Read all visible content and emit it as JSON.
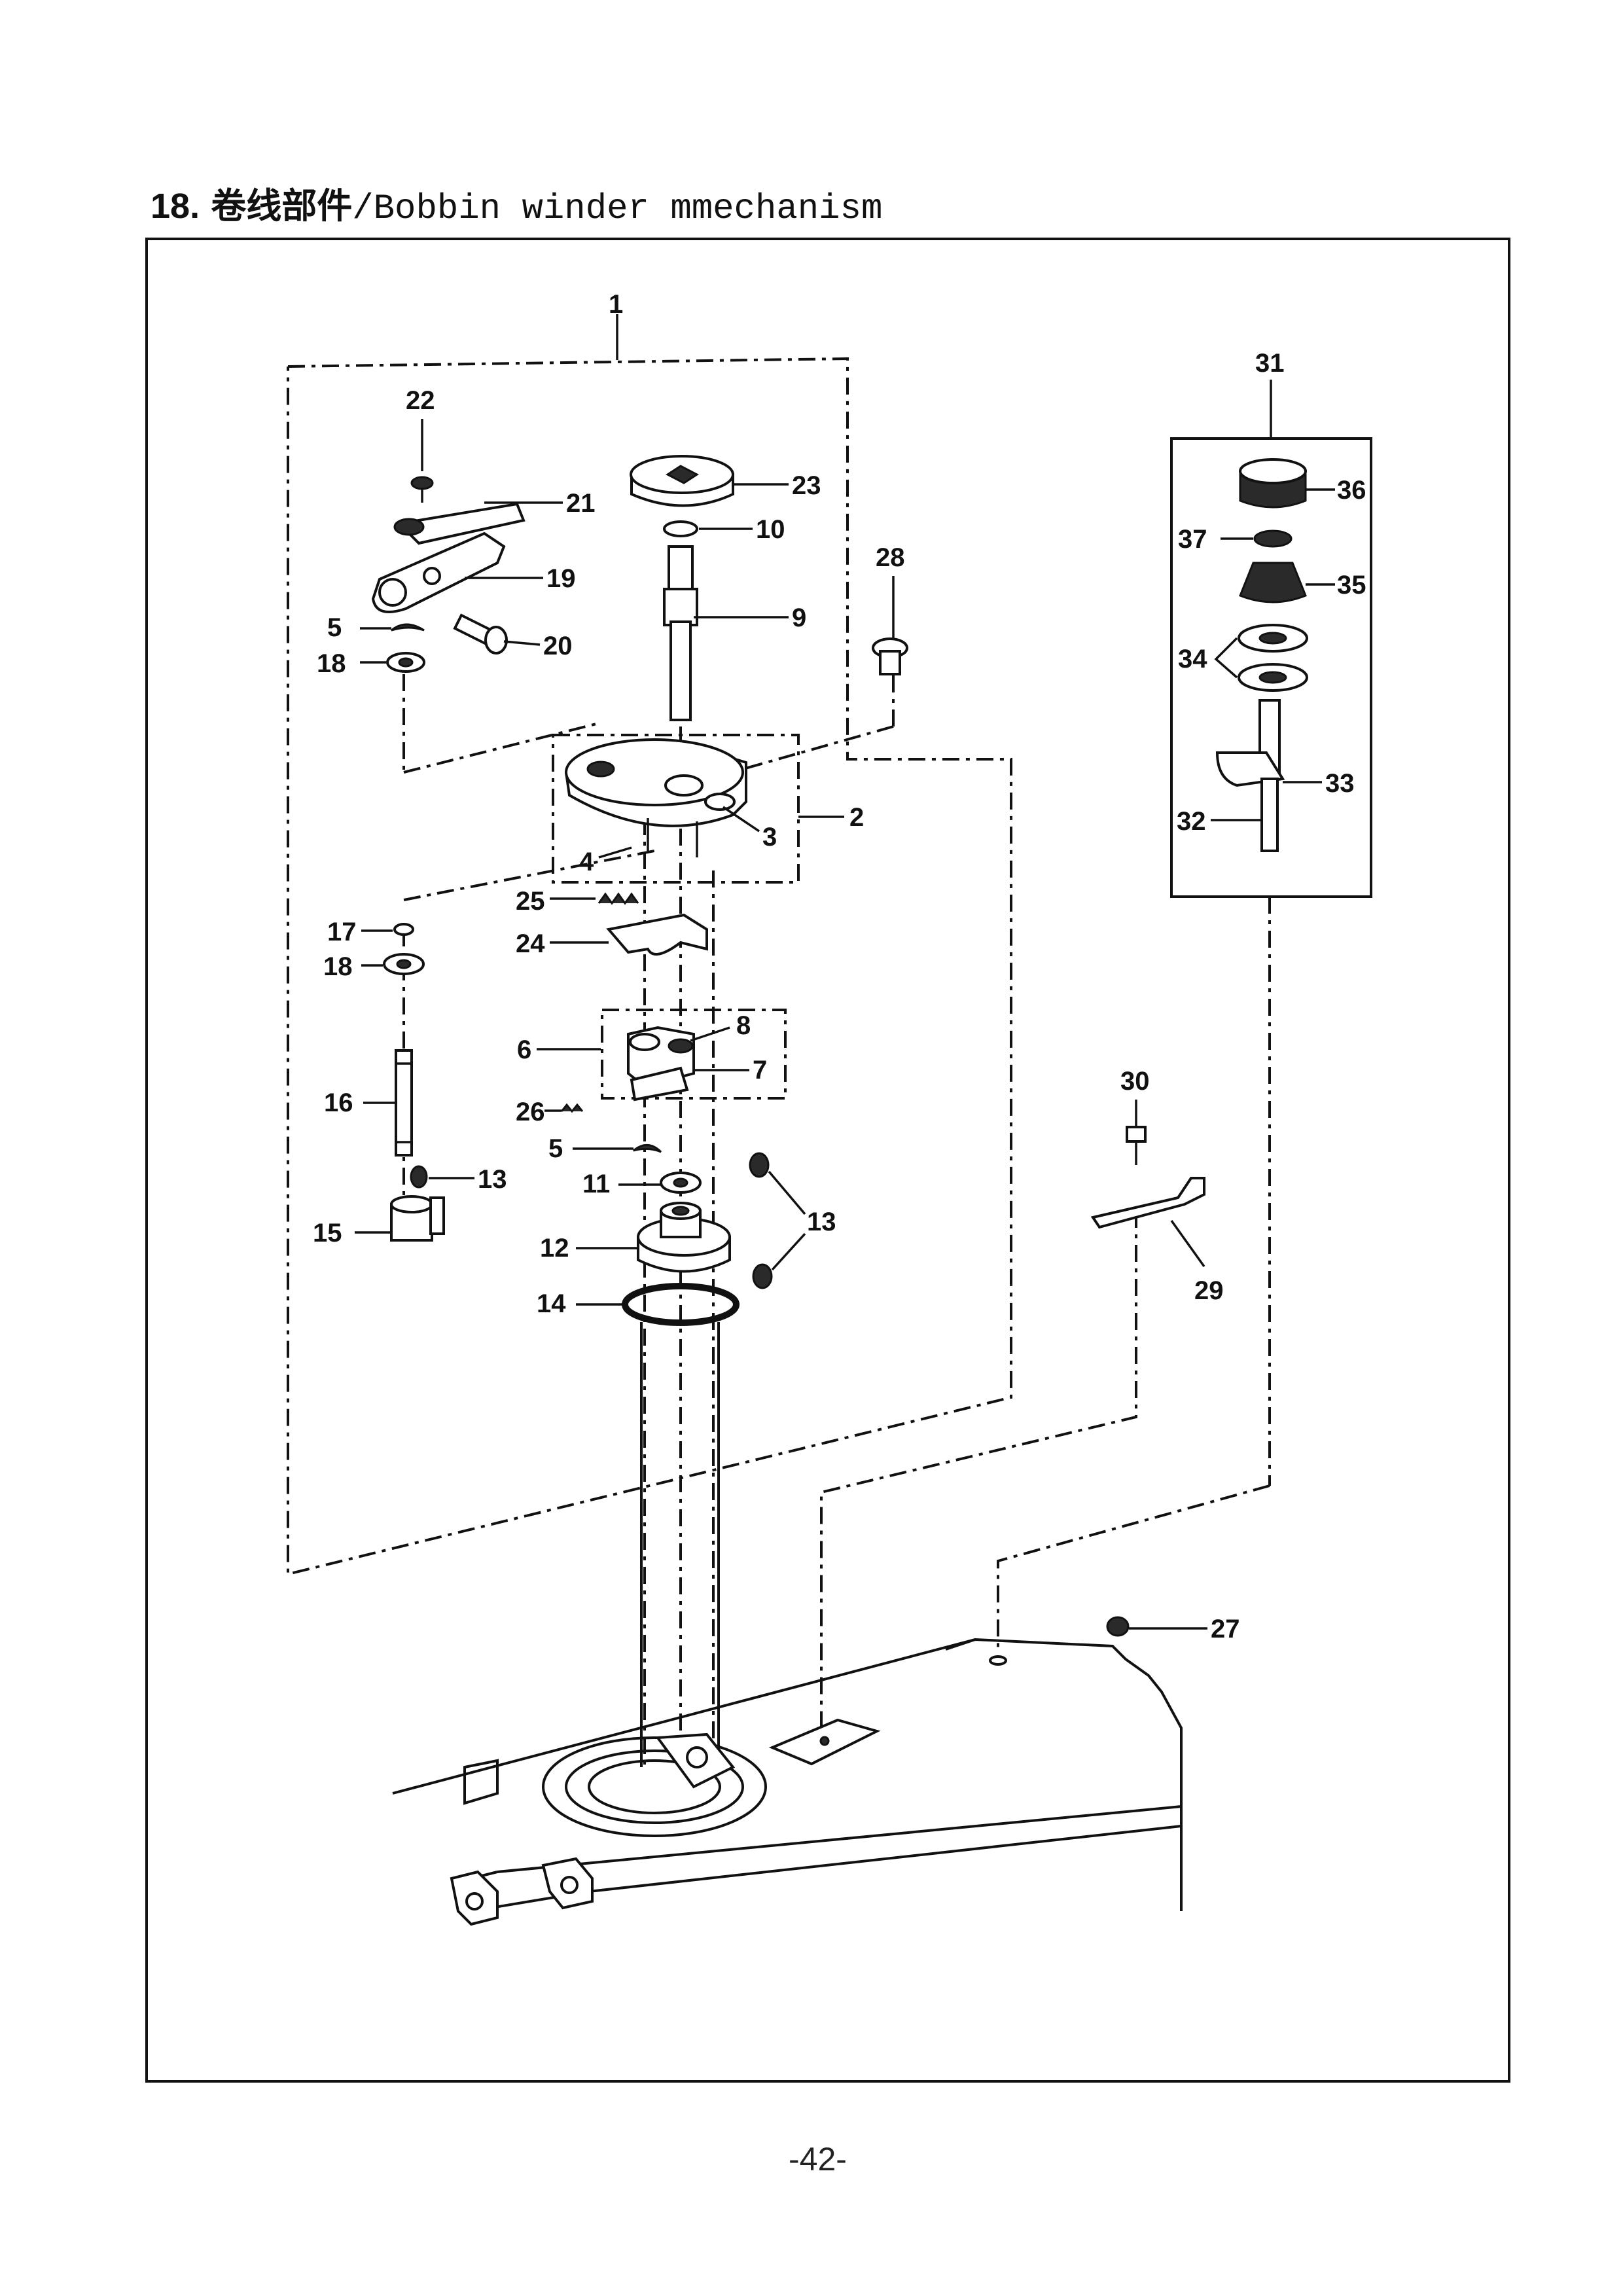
{
  "title": {
    "number": "18.",
    "chinese": "卷线部件",
    "english": "/Bobbin winder mmechanism"
  },
  "page_number": "-42-",
  "callouts": [
    "1",
    "2",
    "3",
    "4",
    "5",
    "5",
    "6",
    "7",
    "8",
    "9",
    "10",
    "11",
    "12",
    "13",
    "13",
    "14",
    "15",
    "16",
    "17",
    "18",
    "18",
    "19",
    "20",
    "21",
    "22",
    "23",
    "24",
    "25",
    "26",
    "27",
    "28",
    "29",
    "30",
    "31",
    "32",
    "33",
    "34",
    "35",
    "36",
    "37"
  ]
}
